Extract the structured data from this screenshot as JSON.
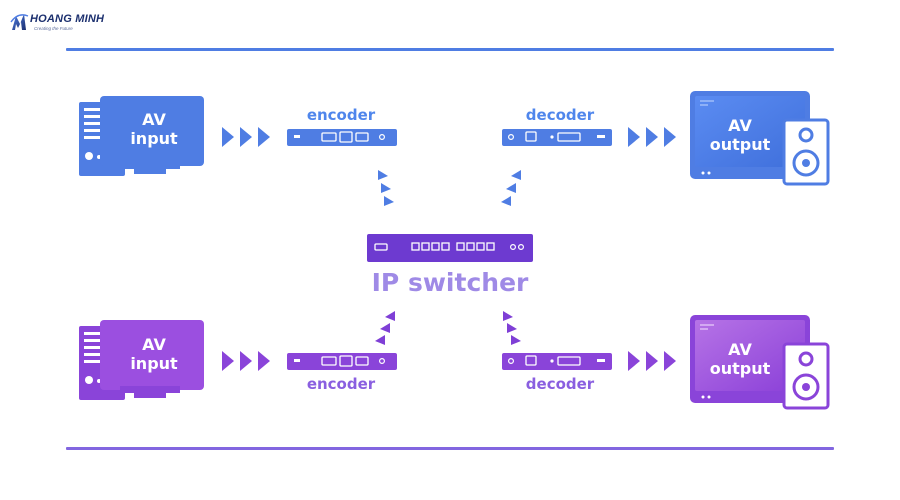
{
  "brand": {
    "name": "HOANG MINH",
    "tagline": "Creating the Future",
    "colors": {
      "navy": "#1b2f6e",
      "blue": "#4f7de3"
    }
  },
  "colors": {
    "blue": "#4f7de3",
    "blue_light": "#6f97f0",
    "purple": "#7f3fd6",
    "purple_light": "#b07ae8",
    "switcher": "#6d3ad0",
    "switcher_text": "#9f8ae6"
  },
  "top_row": {
    "source": {
      "line1": "AV",
      "line2": "input",
      "icon": "computer-icon"
    },
    "encoder_label": "encoder",
    "decoder_label": "decoder",
    "sink": {
      "line1": "AV",
      "line2": "output",
      "icon": "monitor-speaker-icon"
    }
  },
  "center": {
    "label": "IP switcher",
    "icon": "network-switch-icon"
  },
  "bottom_row": {
    "source": {
      "line1": "AV",
      "line2": "input",
      "icon": "computer-icon"
    },
    "encoder_label": "encoder",
    "decoder_label": "decoder",
    "sink": {
      "line1": "AV",
      "line2": "output",
      "icon": "monitor-speaker-icon"
    }
  }
}
